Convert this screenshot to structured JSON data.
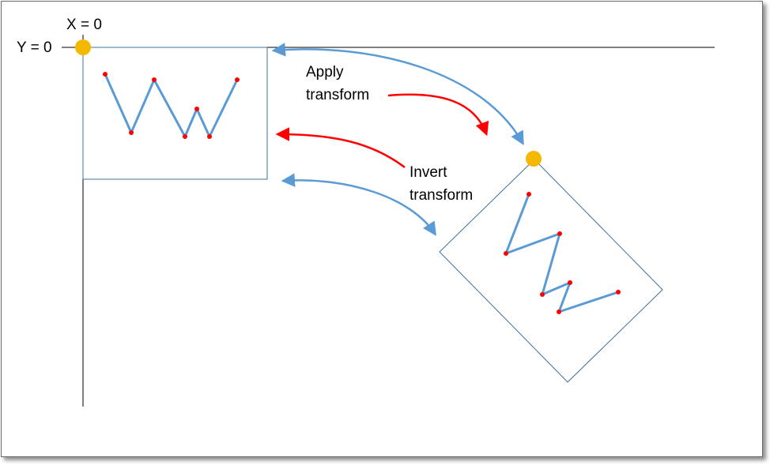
{
  "axis_labels": {
    "x_origin": "X = 0",
    "y_origin": "Y = 0"
  },
  "annotations": {
    "apply_line1": "Apply",
    "apply_line2": "transform",
    "invert_line1": "Invert",
    "invert_line2": "transform"
  },
  "colors": {
    "axis": "#000000",
    "box_outline": "#41719c",
    "polyline": "#5b9bd5",
    "vertex": "#ff0000",
    "origin_marker": "#f5b800",
    "apply_arrow": "#ff0000",
    "invert_arrow": "#5b9bd5"
  }
}
